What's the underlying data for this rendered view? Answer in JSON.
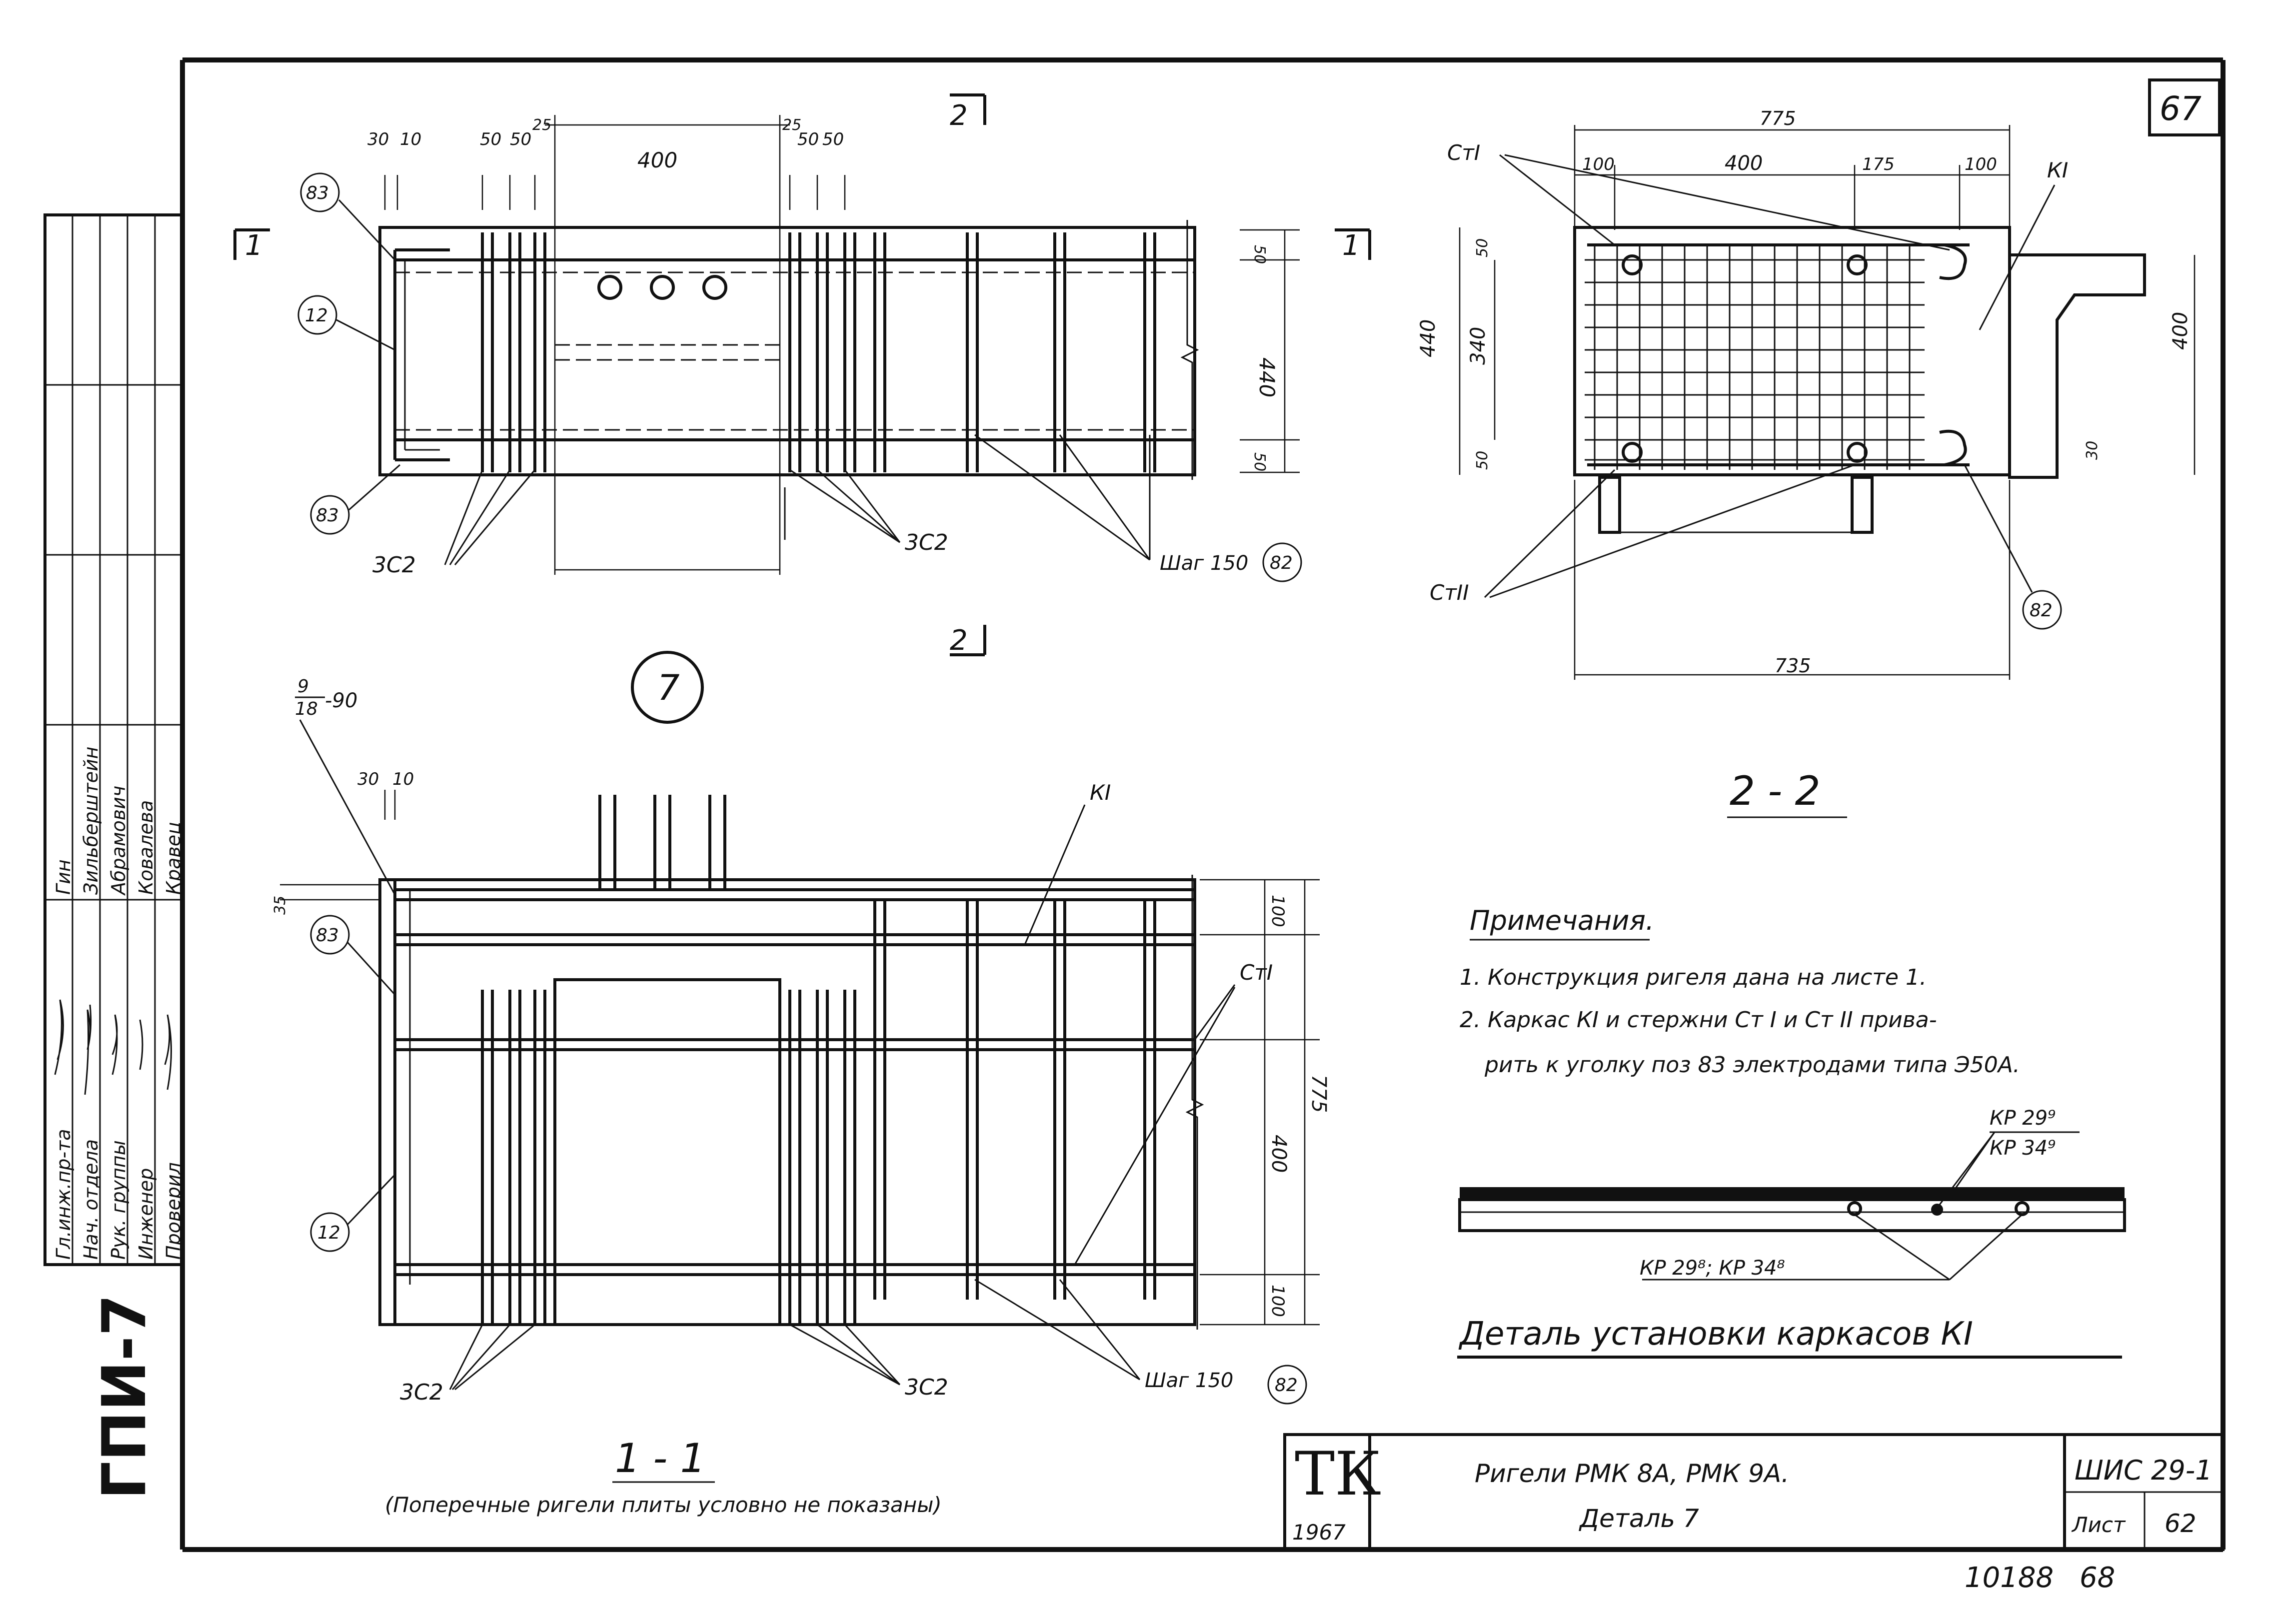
{
  "sheet": {
    "page_number": "67",
    "stamp": "ГПИ-7",
    "bottom_number": "10188",
    "bottom_sheet": "68"
  },
  "title_block": {
    "logo": "ТК",
    "year": "1967",
    "title_line1": "Ригели РМК 8А, РМК 9А.",
    "title_line2": "Деталь 7",
    "series": "ШИС 29-1",
    "sheet_label": "Лист",
    "sheet_number": "62"
  },
  "signatures": {
    "roles": [
      "Гл.инж.пр-та",
      "Нач. отдела",
      "Рук. группы",
      "Инженер",
      "Проверил"
    ],
    "names": [
      "Гин",
      "Зильберштейн",
      "Абрамович",
      "Ковалева",
      "Кравец"
    ]
  },
  "views": {
    "detail_number": "7",
    "section_11": "1 - 1",
    "section_11_note": "(Поперечные ригели плиты условно не показаны)",
    "section_22": "2 - 2",
    "cut_mark_1": "1",
    "cut_mark_2": "2",
    "detail_kaркас_title": "Деталь установки каркасов КI"
  },
  "labels": {
    "pos83": "83",
    "pos12": "12",
    "pos82": "82",
    "bars_3c2": "3С2",
    "step": "Шаг 150",
    "frame_k1": "КI",
    "bar_ct1": "СтI",
    "bar_ct2": "СтII",
    "weld_fraction_top": "9",
    "weld_fraction_bottom": "18",
    "weld_suffix": "-90",
    "kp_top1": "КР 29⁹",
    "kp_top2": "КР 34⁹",
    "kp_bottom": "КР 29⁸; КР 34⁸"
  },
  "dimensions": {
    "top_plan": [
      "30",
      "10",
      "50",
      "50",
      "25",
      "400",
      "25",
      "50",
      "50",
      "50",
      "440",
      "50"
    ],
    "section_22": [
      "775",
      "100",
      "400",
      "175",
      "100",
      "440",
      "340",
      "50",
      "50",
      "400",
      "30",
      "735"
    ],
    "section_11": [
      "30",
      "10",
      "35",
      "100",
      "400",
      "775",
      "100"
    ]
  },
  "notes": {
    "heading": "Примечания.",
    "items": [
      "1. Конструкция ригеля дана на листе 1.",
      "2. Каркас КI и стержни Ст I и Ст II прива-",
      "рить к уголку поз 83 электродами типа Э50А."
    ]
  }
}
